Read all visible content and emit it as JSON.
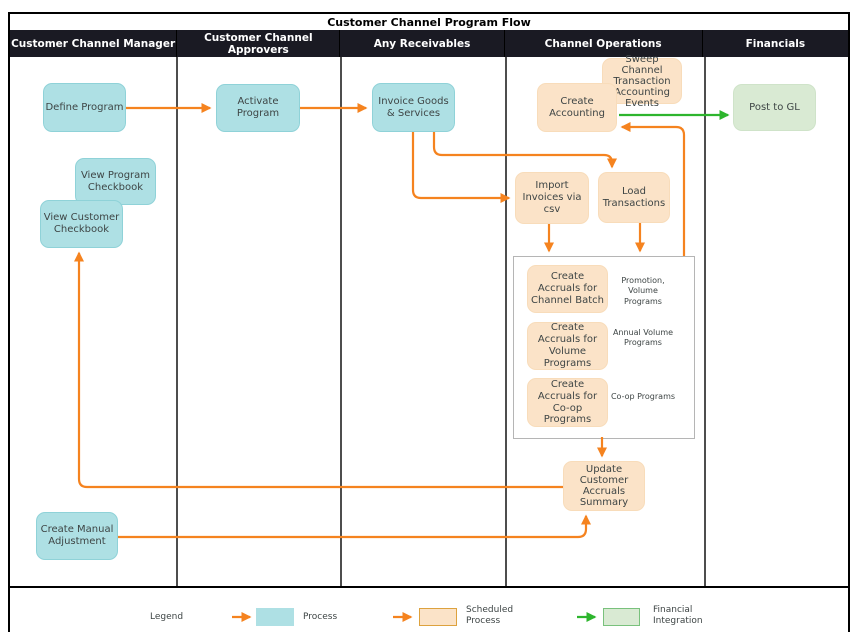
{
  "title": "Customer Channel Program Flow",
  "lanes": [
    {
      "label": "Customer Channel Manager"
    },
    {
      "label": "Customer Channel Approvers"
    },
    {
      "label": "Any Receivables"
    },
    {
      "label": "Channel Operations"
    },
    {
      "label": "Financials"
    }
  ],
  "nodes": {
    "define_program": {
      "label": "Define Program",
      "type": "process"
    },
    "activate_program": {
      "label": "Activate Program",
      "type": "process"
    },
    "invoice_goods": {
      "label": "Invoice Goods & Services",
      "type": "process"
    },
    "view_program_checkbook": {
      "label": "View Program Checkbook",
      "type": "process"
    },
    "view_customer_checkbook": {
      "label": "View Customer Checkbook",
      "type": "process"
    },
    "create_manual_adjustment": {
      "label": "Create Manual Adjustment",
      "type": "process"
    },
    "sweep_channel": {
      "label": "Sweep Channel Transaction Accounting Events",
      "type": "scheduled-process"
    },
    "create_accounting": {
      "label": "Create Accounting",
      "type": "scheduled-process"
    },
    "import_invoices": {
      "label": "Import Invoices via csv",
      "type": "scheduled-process"
    },
    "load_transactions": {
      "label": "Load Transactions",
      "type": "scheduled-process"
    },
    "accrual_channel_batch": {
      "label": "Create Accruals for Channel Batch",
      "type": "scheduled-process"
    },
    "accrual_volume": {
      "label": "Create Accruals for Volume Programs",
      "type": "scheduled-process"
    },
    "accrual_coop": {
      "label": "Create Accruals for Co-op Programs",
      "type": "scheduled-process"
    },
    "update_summary": {
      "label": "Update Customer Accruals Summary",
      "type": "scheduled-process"
    },
    "post_to_gl": {
      "label": "Post to GL",
      "type": "financial-integration"
    }
  },
  "annotations": {
    "channel_batch": "Promotion, Volume Programs",
    "volume": "Annual Volume Programs",
    "coop": "Co-op Programs"
  },
  "legend": {
    "title": "Legend",
    "items": [
      {
        "label": "Process",
        "color": "#aee0e4"
      },
      {
        "label": "Scheduled Process",
        "color": "#fbe3c8"
      },
      {
        "label": "Financial Integration",
        "color": "#d9ead3"
      }
    ]
  },
  "colors": {
    "process_fill": "#aee0e4",
    "scheduled_fill": "#fbe3c8",
    "financial_fill": "#d9ead3",
    "flow_arrow": "#f5831f",
    "integration_arrow": "#2db52d",
    "header_bg": "#1a1a23"
  }
}
